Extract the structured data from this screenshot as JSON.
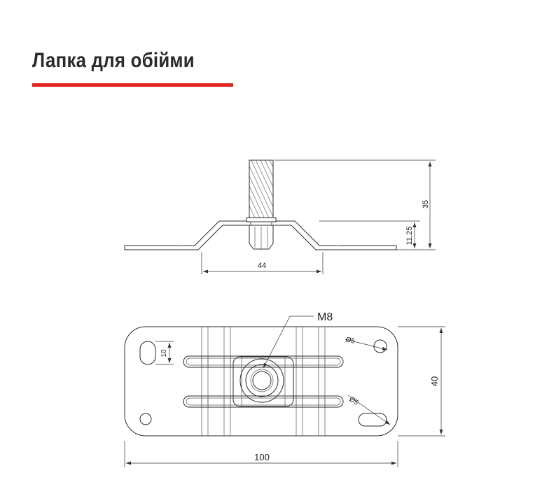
{
  "title": "Лапка для обійми",
  "colors": {
    "accent": "#e0261f",
    "line": "#2b2b2b"
  },
  "side_view": {
    "dim_width": "44",
    "dim_height_total": "35",
    "dim_height_base": "11,25"
  },
  "top_view": {
    "thread_label": "M8",
    "hole_diameter_1": "Ø5",
    "hole_diameter_2": "Ø5",
    "slot_dim": "10",
    "dim_height": "40",
    "dim_length": "100"
  }
}
